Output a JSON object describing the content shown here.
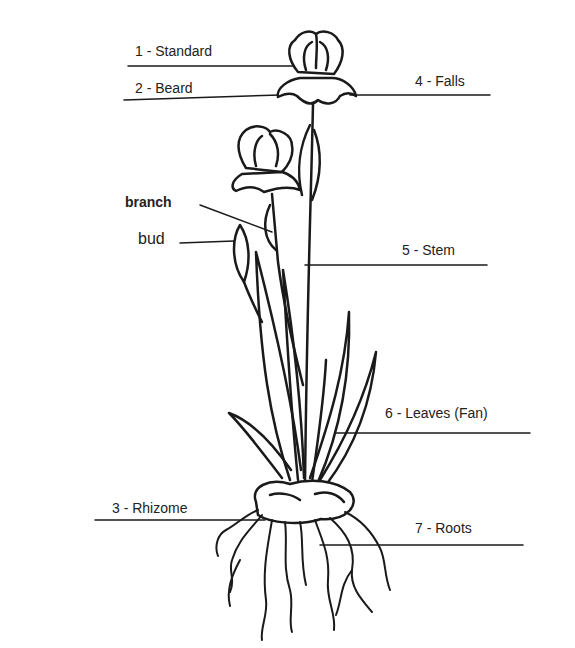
{
  "diagram": {
    "labels": [
      "1 - Standard",
      "2 - Beard",
      "4 - Falls",
      "branch",
      "bud",
      "5 - Stem",
      "6 - Leaves (Fan)",
      "3 - Rhizome",
      "7 - Roots"
    ]
  }
}
